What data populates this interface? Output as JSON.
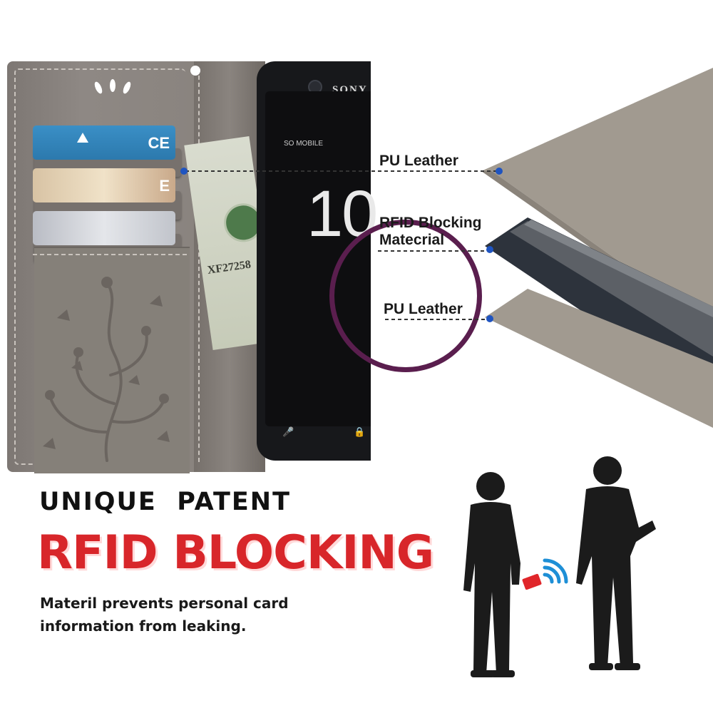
{
  "headline": {
    "line1": "UNIQUE  PATENT",
    "line2": "RFID BLOCKING",
    "description": "Materil prevents personal card information from leaking."
  },
  "layers": [
    {
      "label": "PU Leather"
    },
    {
      "label": "RFID Blocking Matecrial"
    },
    {
      "label": "PU Leather"
    }
  ],
  "phone": {
    "brand": "SONY",
    "carrier": "SO MOBILE",
    "time": "10"
  },
  "money": {
    "serial": "XF27258"
  },
  "cards": {
    "blue_text": "CE",
    "gold_text": "E"
  },
  "colors": {
    "accent_red": "#d8262a",
    "dot_blue": "#1f54c0",
    "leather_gray": "#8a847f",
    "layer_tan": "#a19a90",
    "signal_blue": "#1e8fd6"
  }
}
